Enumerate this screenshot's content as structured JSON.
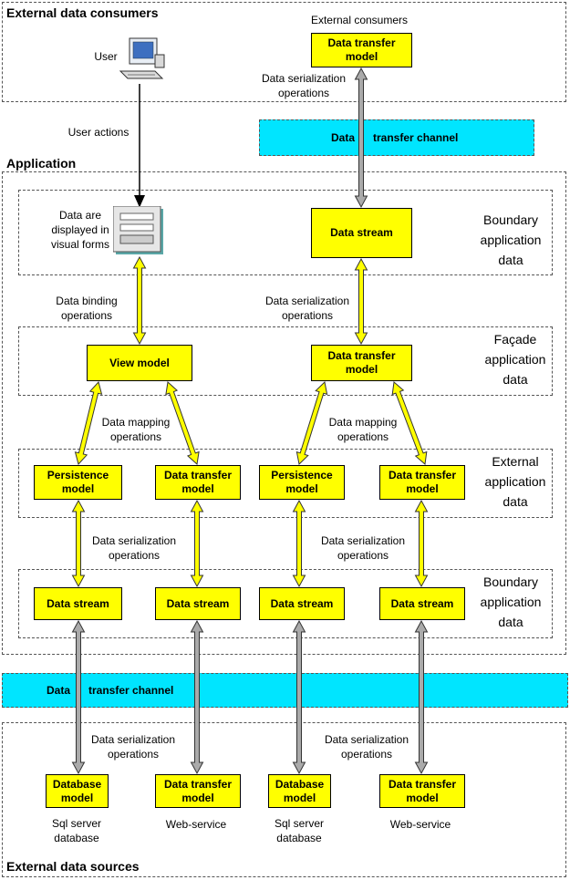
{
  "regions": {
    "consumers": "External data consumers",
    "application": "Application",
    "sources": "External data sources"
  },
  "layers": {
    "boundary_top": "Boundary application data",
    "facade": "Façade application data",
    "external": "External application data",
    "boundary_bottom": "Boundary application data"
  },
  "channels": {
    "top": [
      "Data",
      "transfer channel"
    ],
    "bottom": [
      "Data",
      "transfer channel"
    ]
  },
  "consumers": {
    "user_label": "User",
    "external_consumers": "External consumers",
    "dto": "Data transfer model"
  },
  "ui": {
    "forms_label": "Data are displayed in visual forms"
  },
  "boxes": {
    "data_stream_top": "Data stream",
    "view_model": "View model",
    "dto_facade": "Data transfer model",
    "persistence_1": "Persistence model",
    "dto_1": "Data transfer model",
    "persistence_2": "Persistence model",
    "dto_2": "Data transfer model",
    "stream_1": "Data stream",
    "stream_2": "Data stream",
    "stream_3": "Data stream",
    "stream_4": "Data stream",
    "db_1": "Database model",
    "dto_src_1": "Data transfer model",
    "db_2": "Database model",
    "dto_src_2": "Data transfer model"
  },
  "edges": {
    "user_actions": "User actions",
    "ser_top": "Data serialization operations",
    "binding": "Data binding operations",
    "ser_facade": "Data serialization operations",
    "mapping_left": "Data mapping operations",
    "mapping_right": "Data mapping operations",
    "ser_left": "Data serialization operations",
    "ser_right": "Data serialization operations",
    "ser_src_left": "Data serialization operations",
    "ser_src_right": "Data serialization operations"
  },
  "sources": {
    "sql_1": "Sql server database",
    "web_1": "Web-service",
    "sql_2": "Sql server database",
    "web_2": "Web-service"
  },
  "colors": {
    "model_fill": "#ffff00",
    "channel_fill": "#00e5ff",
    "data_arrow": "#ffff00",
    "transfer_arrow": "#aaaaaa"
  },
  "icons": [
    "computer-user-icon",
    "visual-form-icon"
  ]
}
